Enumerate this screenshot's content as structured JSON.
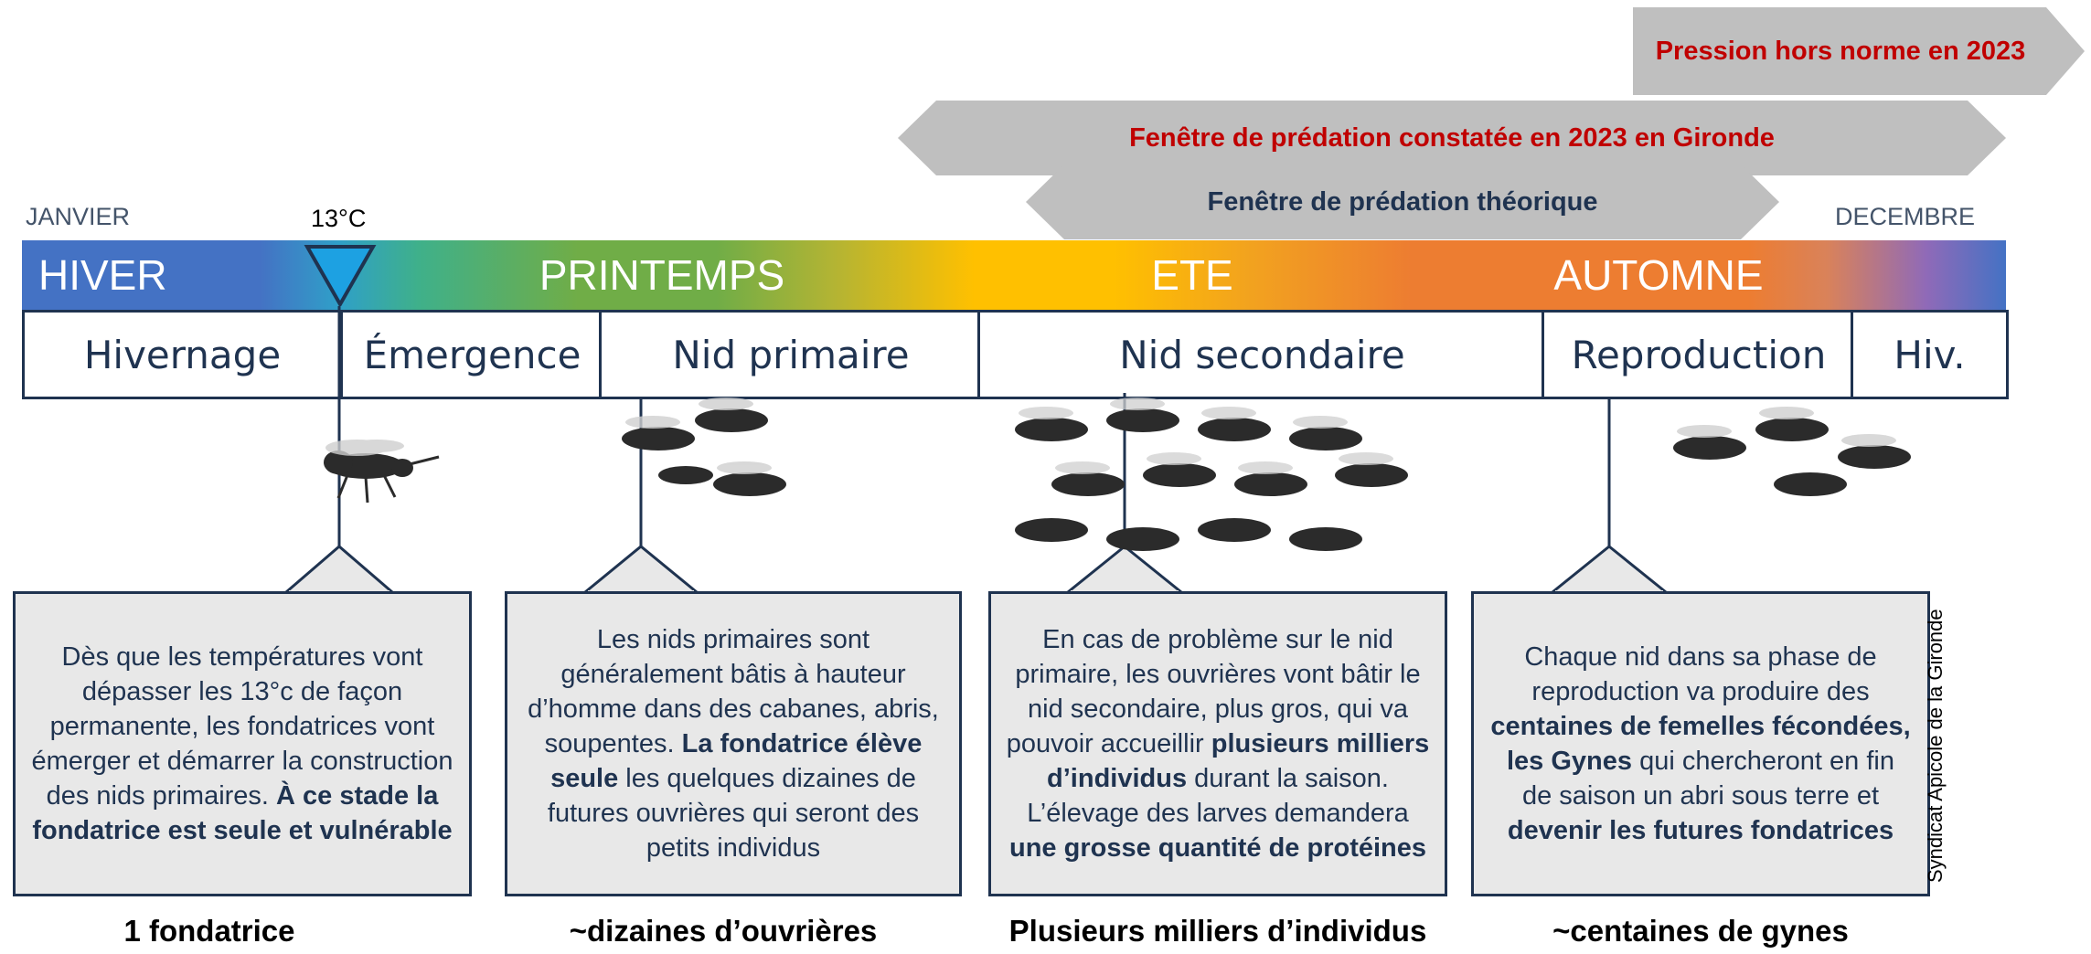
{
  "arrows": {
    "pression": "Pression hors norme en 2023",
    "fenetre_2023": "Fenêtre de prédation constatée en 2023 en Gironde",
    "fenetre_theorique": "Fenêtre de prédation théorique"
  },
  "timeline": {
    "start_label": "JANVIER",
    "end_label": "DECEMBRE",
    "temperature_marker": "13°C",
    "seasons": [
      "HIVER",
      "PRINTEMPS",
      "ETE",
      "AUTOMNE"
    ],
    "phases": [
      "Hivernage",
      "Émergence",
      "Nid primaire",
      "Nid secondaire",
      "Reproduction",
      "Hiv."
    ]
  },
  "boxes": [
    {
      "text_a": "Dès que les températures vont dépasser les 13°c de façon permanente, les fondatrices vont émerger et démarrer la construction des nids primaires.",
      "bold_a": "À ce stade la fondatrice est seule et vulnérable"
    },
    {
      "text_a": "Les nids primaires sont généralement bâtis à hauteur d’homme dans des cabanes, abris, soupentes.",
      "bold_a": "La fondatrice élève seule",
      "text_b": "les quelques dizaines de futures ouvrières qui seront des petits individus"
    },
    {
      "text_a": "En cas de problème sur le nid primaire, les ouvrières vont bâtir le nid secondaire, plus gros, qui va pouvoir accueillir",
      "bold_a": "plusieurs milliers d’individus",
      "text_b": "durant la saison. L’élevage des larves demandera",
      "bold_b": "une grosse quantité de protéines"
    },
    {
      "text_a": "Chaque nid dans sa phase de reproduction va produire des",
      "bold_a": "centaines de femelles fécondées, les Gynes",
      "text_b": "qui chercheront en fin de saison un abri sous terre et",
      "bold_b": "devenir les futures fondatrices"
    }
  ],
  "captions": [
    "1 fondatrice",
    "~dizaines d’ouvrières",
    "Plusieurs milliers d’individus",
    "~centaines de gynes"
  ],
  "credit": "Syndicat Apicole de la Gironde",
  "colors": {
    "hiver": "#4472c4",
    "printemps": "#70ad47",
    "ete": "#ffc000",
    "automne": "#ed7d31",
    "highlight_red": "#c00000",
    "navy": "#1f3350",
    "arrow_grey": "#bfbfbf",
    "box_fill": "#e8e8e8"
  }
}
